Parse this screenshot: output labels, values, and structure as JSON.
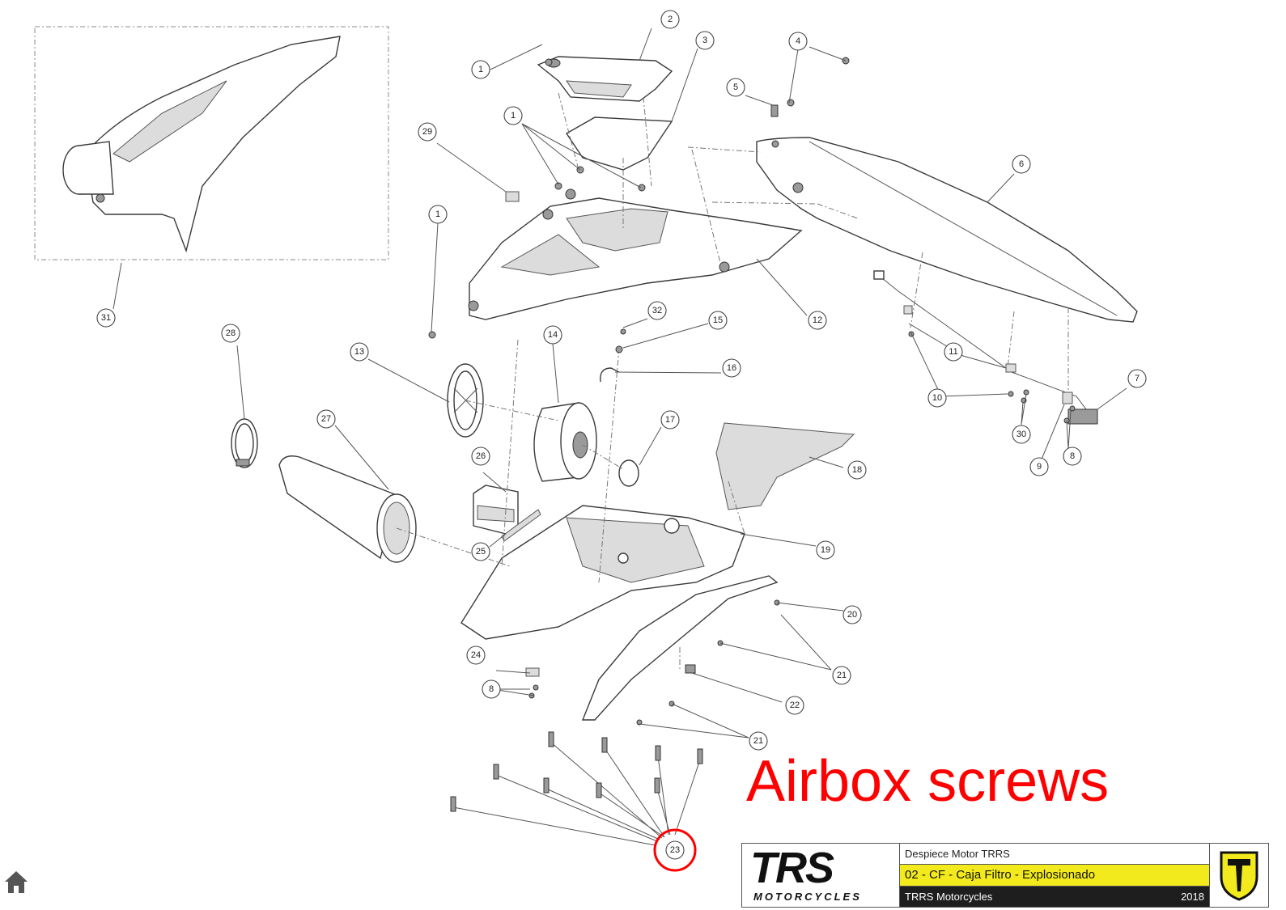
{
  "annotation": {
    "text": "Airbox screws",
    "color": "#ff0000"
  },
  "highlight_callout": "23",
  "callouts": [
    "1",
    "2",
    "3",
    "4",
    "5",
    "6",
    "7",
    "8",
    "9",
    "10",
    "11",
    "12",
    "13",
    "14",
    "15",
    "16",
    "17",
    "18",
    "19",
    "20",
    "21",
    "22",
    "23",
    "24",
    "25",
    "26",
    "27",
    "28",
    "29",
    "30",
    "31",
    "32"
  ],
  "title_block": {
    "brand": "TRS",
    "brand_sub": "MOTORCYCLES",
    "line1": "Despiece Motor TRRS",
    "line2": "02 - CF - Caja Filtro - Explosionado",
    "line3": "TRRS Motorcycles",
    "year": "2018",
    "highlight_color": "#f2ea1c"
  },
  "icons": {
    "home": "home-icon",
    "badge": "trrs-shield-icon"
  }
}
